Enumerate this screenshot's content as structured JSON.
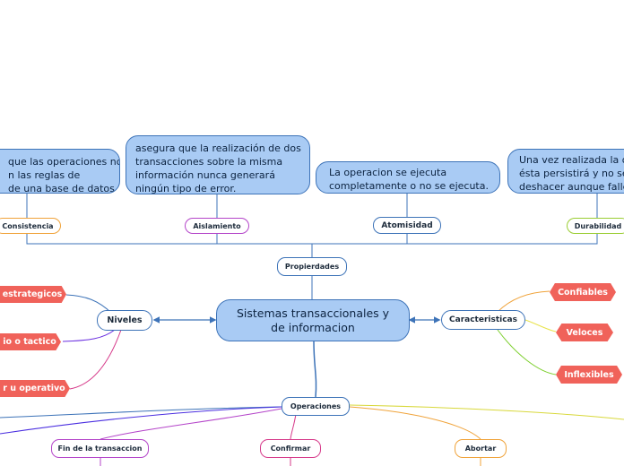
{
  "central": {
    "title": "Sistemas transaccionales y de informacion"
  },
  "propiedades": {
    "label": "Propierdades",
    "items": [
      {
        "label": "Consistencia",
        "description": "que las operaciones no\nn las reglas de\nde una base de datos",
        "color": "#f0a33a"
      },
      {
        "label": "Aislamiento",
        "description": "asegura que la realización de dos\ntransacciones sobre la misma\ninformación nunca generará\nningún tipo de error.",
        "color": "#b444c9"
      },
      {
        "label": "Atomisidad",
        "description": "La operacion se ejecuta\ncompletamente o no se ejecuta.",
        "color": "#3d73b8"
      },
      {
        "label": "Durabilidad",
        "description": "Una vez realizada la op\nésta persistirá y no se\ndeshacer aunque falle",
        "color": "#9acd32"
      }
    ]
  },
  "niveles": {
    "label": "Niveles",
    "items": [
      {
        "label": "estrategicos",
        "color": "#f0625a"
      },
      {
        "label": "io o tactico",
        "color": "#f0625a"
      },
      {
        "label": "r u operativo",
        "color": "#f0625a"
      }
    ]
  },
  "caracteristicas": {
    "label": "Caracteristicas",
    "items": [
      {
        "label": "Confiables",
        "color": "#f0625a"
      },
      {
        "label": "Veloces",
        "color": "#f0625a"
      },
      {
        "label": "Inflexibles",
        "color": "#f0625a"
      }
    ]
  },
  "operaciones": {
    "label": "Operaciones",
    "items": [
      {
        "label": "Fin de la transaccion",
        "color": "#b444c9"
      },
      {
        "label": "Confirmar",
        "color": "#d63a8a"
      },
      {
        "label": "Abortar",
        "color": "#f0a33a"
      }
    ]
  },
  "colors": {
    "node_fill": "#a9cbf4",
    "node_border": "#3d73b8",
    "tag_fill": "#f0625a"
  }
}
